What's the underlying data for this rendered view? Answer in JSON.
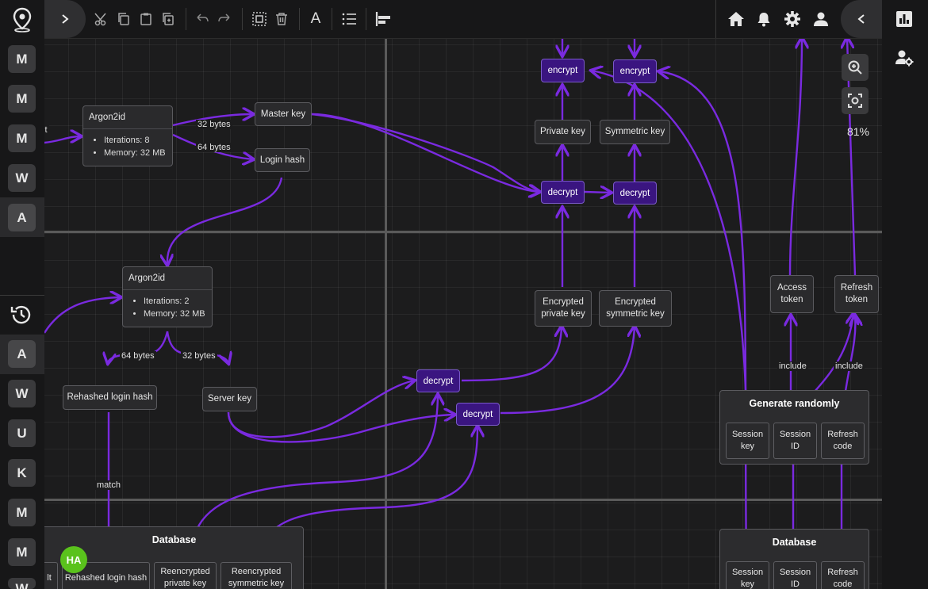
{
  "left_toolbar": {
    "top_buttons": [
      "M",
      "M",
      "M",
      "W",
      "A"
    ],
    "bottom_buttons": [
      "A",
      "W",
      "U",
      "K",
      "M",
      "M",
      "W"
    ],
    "icons": [
      "map-pin-icon",
      "history-icon"
    ]
  },
  "top_toolbar": {
    "icons": [
      "chevron-right-icon",
      "cut-icon",
      "copy-icon",
      "paste-icon",
      "duplicate-icon",
      "undo-icon",
      "redo-icon",
      "select-all-icon",
      "delete-icon",
      "text-icon",
      "list-icon",
      "align-left-icon",
      "home-icon",
      "bell-icon",
      "gear-icon",
      "user-icon",
      "chevron-left-icon"
    ],
    "text_tool": "A"
  },
  "right_panel": {
    "icons": [
      "chart-icon",
      "user-settings-icon"
    ]
  },
  "zoom": {
    "level": "81%",
    "icons": [
      "zoom-in-icon",
      "fit-screen-icon"
    ]
  },
  "avatar": {
    "initials": "HA",
    "color": "#5ac21c"
  },
  "colors": {
    "edge": "#7a2ae0",
    "op_fill": "#3a1580",
    "canvas": "#1c1c1d"
  },
  "diagram": {
    "partial_label_left": "lt",
    "argon2id_top": {
      "title": "Argon2id",
      "params": [
        "Iterations: 8",
        "Memory: 32 MB"
      ]
    },
    "argon2id_bottom": {
      "title": "Argon2id",
      "params": [
        "Iterations: 2",
        "Memory: 32 MB"
      ]
    },
    "master_key": "Master key",
    "login_hash": "Login hash",
    "rehashed_login_hash": "Rehashed login hash",
    "server_key": "Server key",
    "private_key": "Private key",
    "symmetric_key": "Symmetric key",
    "encrypted_private_key": "Encrypted private key",
    "encrypted_symmetric_key": "Encrypted symmetric key",
    "access_token": "Access token",
    "refresh_token": "Refresh token",
    "ops": {
      "encrypt": "encrypt",
      "decrypt": "decrypt"
    },
    "edge_labels": {
      "bytes32": "32 bytes",
      "bytes64": "64 bytes",
      "match": "match",
      "include": "include"
    },
    "database_left": {
      "title": "Database",
      "cells": [
        "lt",
        "Rehashed login hash",
        "Reencrypted private key",
        "Reencrypted symmetric key"
      ]
    },
    "generate_randomly": {
      "title": "Generate randomly",
      "cells": [
        "Session key",
        "Session ID",
        "Refresh code"
      ]
    },
    "database_right": {
      "title": "Database",
      "cells": [
        "Session key",
        "Session ID",
        "Refresh code"
      ]
    }
  }
}
